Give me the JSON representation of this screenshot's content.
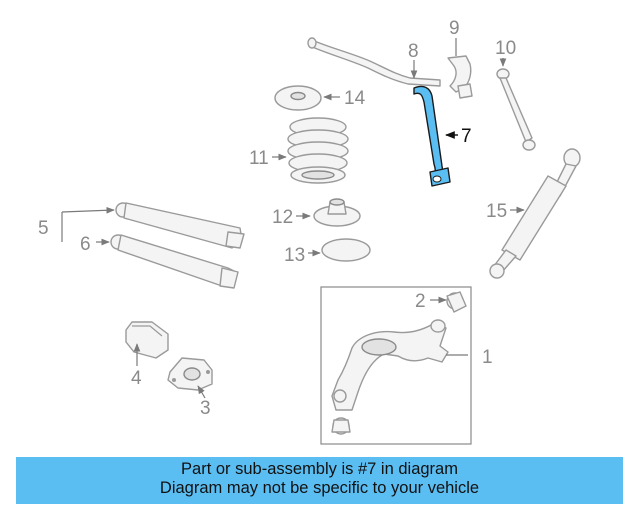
{
  "callouts": {
    "c1": "1",
    "c2": "2",
    "c3": "3",
    "c4": "4",
    "c5": "5",
    "c6": "6",
    "c7": "7",
    "c8": "8",
    "c9": "9",
    "c10": "10",
    "c11": "11",
    "c12": "12",
    "c13": "13",
    "c14": "14",
    "c15": "15"
  },
  "highlight_part": "7",
  "highlight_color": "#5bbef3",
  "banner": {
    "line1": "Part or sub-assembly is #7 in diagram",
    "line2": "Diagram may not be specific to your vehicle",
    "background": "#5bbef3"
  }
}
